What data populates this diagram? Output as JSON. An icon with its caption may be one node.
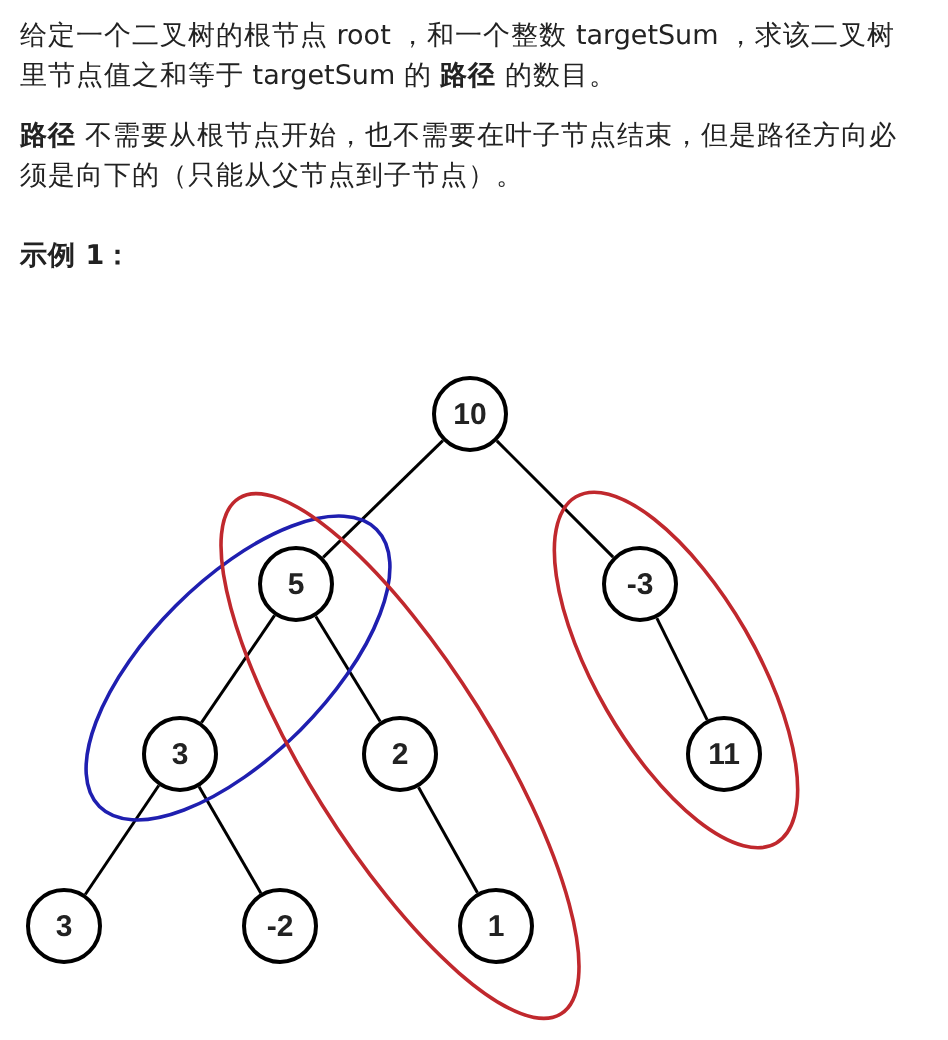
{
  "diagram": {
    "nodes": [
      {
        "text": [
          "10"
        ]
      },
      {
        "text": [
          "5"
        ]
      },
      {
        "text": [
          "-3"
        ]
      },
      {
        "text": [
          "3"
        ]
      },
      {
        "text": [
          "2"
        ]
      },
      {
        "text": [
          "11"
        ]
      },
      {
        "text": [
          "3"
        ]
      },
      {
        "text": [
          "-2"
        ]
      },
      {
        "text": [
          "1"
        ]
      }
    ],
    "edges": [
      {
        "from": 0,
        "to": 1,
        "arrow": "none"
      },
      {
        "from": 0,
        "to": 2,
        "arrow": "none"
      },
      {
        "from": 1,
        "to": 3,
        "arrow": "none"
      },
      {
        "from": 1,
        "to": 4,
        "arrow": "none"
      },
      {
        "from": 2,
        "to": 5,
        "arrow": "none"
      },
      {
        "from": 3,
        "to": 6,
        "arrow": "none"
      },
      {
        "from": 3,
        "to": 7,
        "arrow": "none"
      },
      {
        "from": 4,
        "to": 8,
        "arrow": "none"
      }
    ],
    "labels": [
      "给定一个二叉树的根节点 root ，和一个整数 targetSum ，求该二叉树里节点值之和等于 targetSum 的 **路径** 的数目。",
      "**路径** 不需要从根节点开始，也不需要在叶子节点结束，但是路径方向必须是向下的（只能从父节点到子节点）。",
      "示例 1："
    ]
  }
}
